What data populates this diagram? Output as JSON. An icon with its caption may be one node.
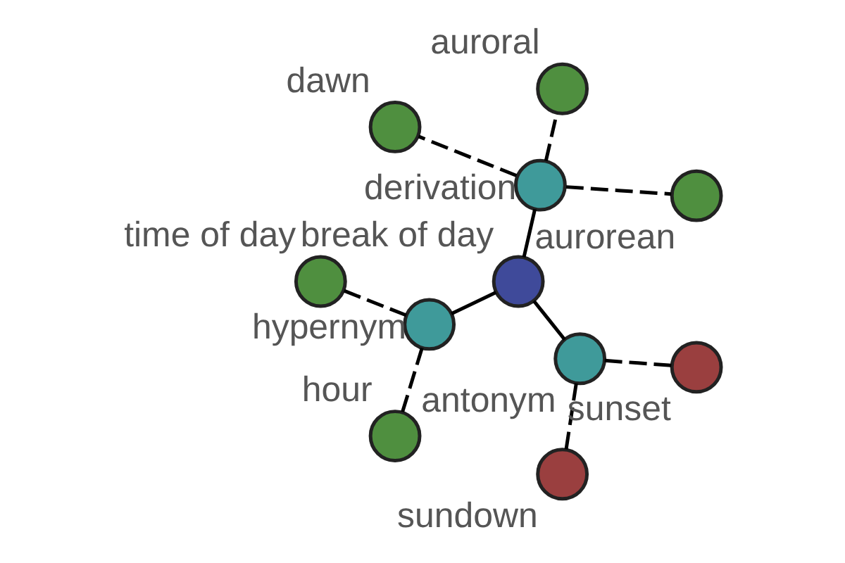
{
  "diagram": {
    "nodes": [
      {
        "text": [
          "break of day"
        ]
      },
      {
        "text": [
          "derivation"
        ]
      },
      {
        "text": [
          "hypernym"
        ]
      },
      {
        "text": [
          "antonym"
        ]
      },
      {
        "text": [
          "aurorean"
        ]
      },
      {
        "text": [
          "auroral"
        ]
      },
      {
        "text": [
          "dawn"
        ]
      },
      {
        "text": [
          "time of day"
        ]
      },
      {
        "text": [
          "hour"
        ]
      },
      {
        "text": [
          "sundown"
        ]
      },
      {
        "text": [
          "sunset"
        ]
      }
    ],
    "edges": [
      {
        "from": 0,
        "to": 1,
        "arrow": "none"
      },
      {
        "from": 0,
        "to": 2,
        "arrow": "none"
      },
      {
        "from": 0,
        "to": 3,
        "arrow": "none"
      },
      {
        "from": 1,
        "to": 4,
        "arrow": "none",
        "style": "dashed"
      },
      {
        "from": 1,
        "to": 5,
        "arrow": "none",
        "style": "dashed"
      },
      {
        "from": 1,
        "to": 6,
        "arrow": "none",
        "style": "dashed"
      },
      {
        "from": 2,
        "to": 7,
        "arrow": "none",
        "style": "dashed"
      },
      {
        "from": 2,
        "to": 8,
        "arrow": "none",
        "style": "dashed"
      },
      {
        "from": 3,
        "to": 9,
        "arrow": "none",
        "style": "dashed"
      },
      {
        "from": 3,
        "to": 10,
        "arrow": "none",
        "style": "dashed"
      }
    ]
  }
}
